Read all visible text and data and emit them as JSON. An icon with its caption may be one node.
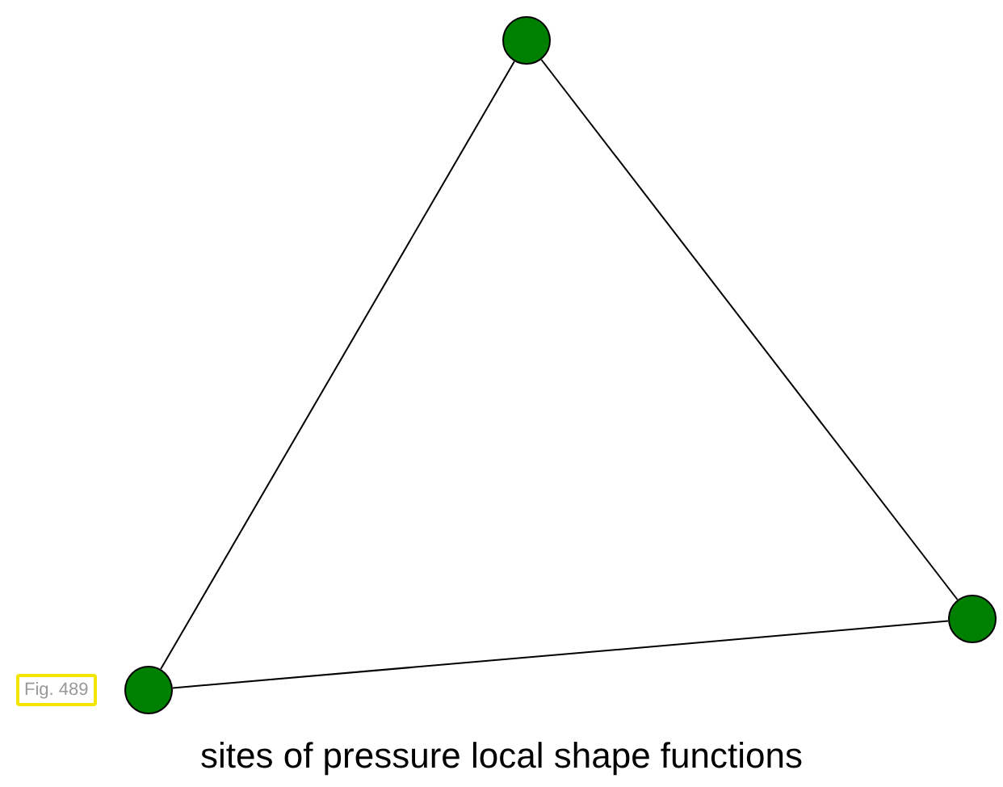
{
  "diagram": {
    "caption": "sites of pressure local shape functions",
    "nodes": [
      {
        "text": [],
        "shape": "circle"
      },
      {
        "text": [],
        "shape": "circle"
      },
      {
        "text": [],
        "shape": "circle"
      }
    ],
    "edges": [
      {
        "from": 0,
        "to": 2,
        "arrow": "none"
      },
      {
        "from": 0,
        "to": 1,
        "arrow": "none"
      },
      {
        "from": 2,
        "to": 1,
        "arrow": "none"
      }
    ],
    "labels": [
      "Fig. 489"
    ]
  }
}
